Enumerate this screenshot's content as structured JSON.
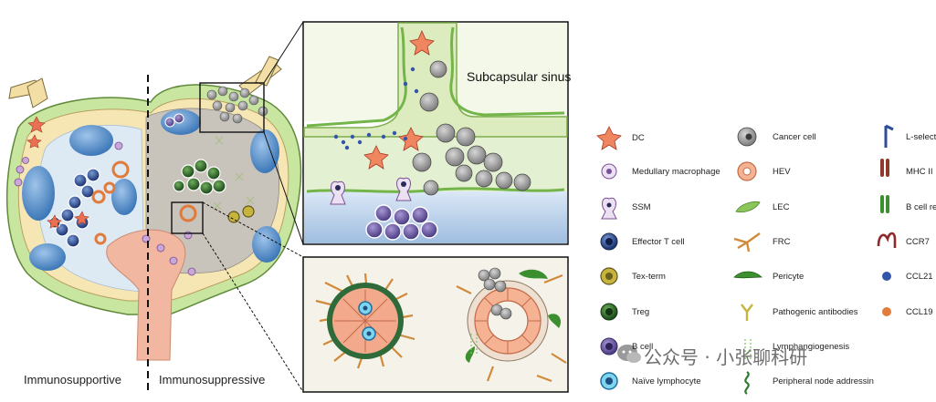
{
  "labels": {
    "left_region": "Immunosupportive",
    "right_region": "Immunosuppressive",
    "zoom_top_title": "Subcapsular sinus"
  },
  "legend": {
    "col1": [
      "DC",
      "Medullary macrophage",
      "SSM",
      "Effector T cell",
      "Tex-term",
      "Treg",
      "B cell",
      "Naïve lymphocyte"
    ],
    "col2": [
      "Cancer cell",
      "HEV",
      "LEC",
      "FRC",
      "Pericyte",
      "Pathogenic antibodies",
      "Lymphangiogenesis",
      "Peripheral node addressin"
    ],
    "col3": [
      "L-selecti",
      "MHC II",
      "B cell re",
      "CCR7",
      "CCL21",
      "CCL19"
    ]
  },
  "watermark": {
    "text": "公众号 · 小张聊科研"
  },
  "colors": {
    "node_outer": "#c8e6a0",
    "capsule": "#f6e6b4",
    "medulla": "#dde9f3",
    "suppressive_core": "#c9c4bb",
    "follicle": "#4f86c6",
    "t_cell": "#2c4a8a",
    "treg": "#2e6b2c",
    "b_cell": "#6e5aa6",
    "hev": "#e07b3c",
    "lec": "#8cc65a"
  }
}
